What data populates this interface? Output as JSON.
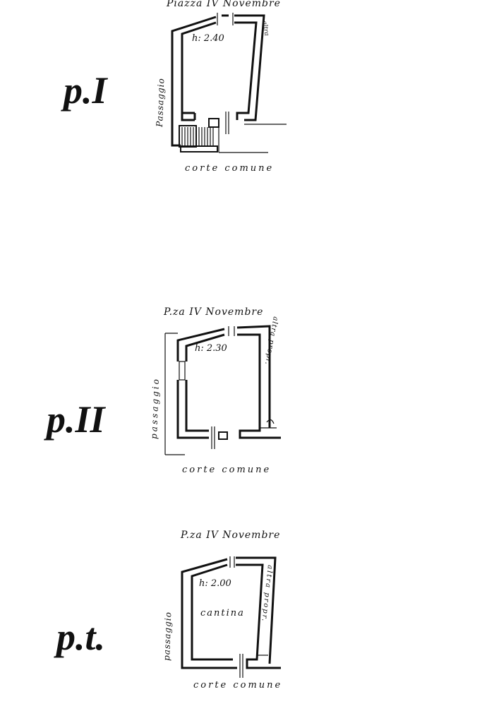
{
  "floors": [
    {
      "id": "p1",
      "label": "p.I",
      "street": "Piazza IV Novembre",
      "height": "h: 2.40",
      "left_side": "Passaggio",
      "right_side": "altra",
      "bottom": "corte comune",
      "room": ""
    },
    {
      "id": "p2",
      "label": "p.II",
      "street": "P.za IV Novembre",
      "height": "h: 2.30",
      "left_side": "passaggio",
      "right_side": "altra propr.",
      "bottom": "corte comune",
      "room": ""
    },
    {
      "id": "pt",
      "label": "p.t.",
      "street": "P.za IV Novembre",
      "height": "h: 2.00",
      "left_side": "passaggio",
      "right_side": "altra propr.",
      "bottom": "corte comune",
      "room": "cantina"
    }
  ]
}
